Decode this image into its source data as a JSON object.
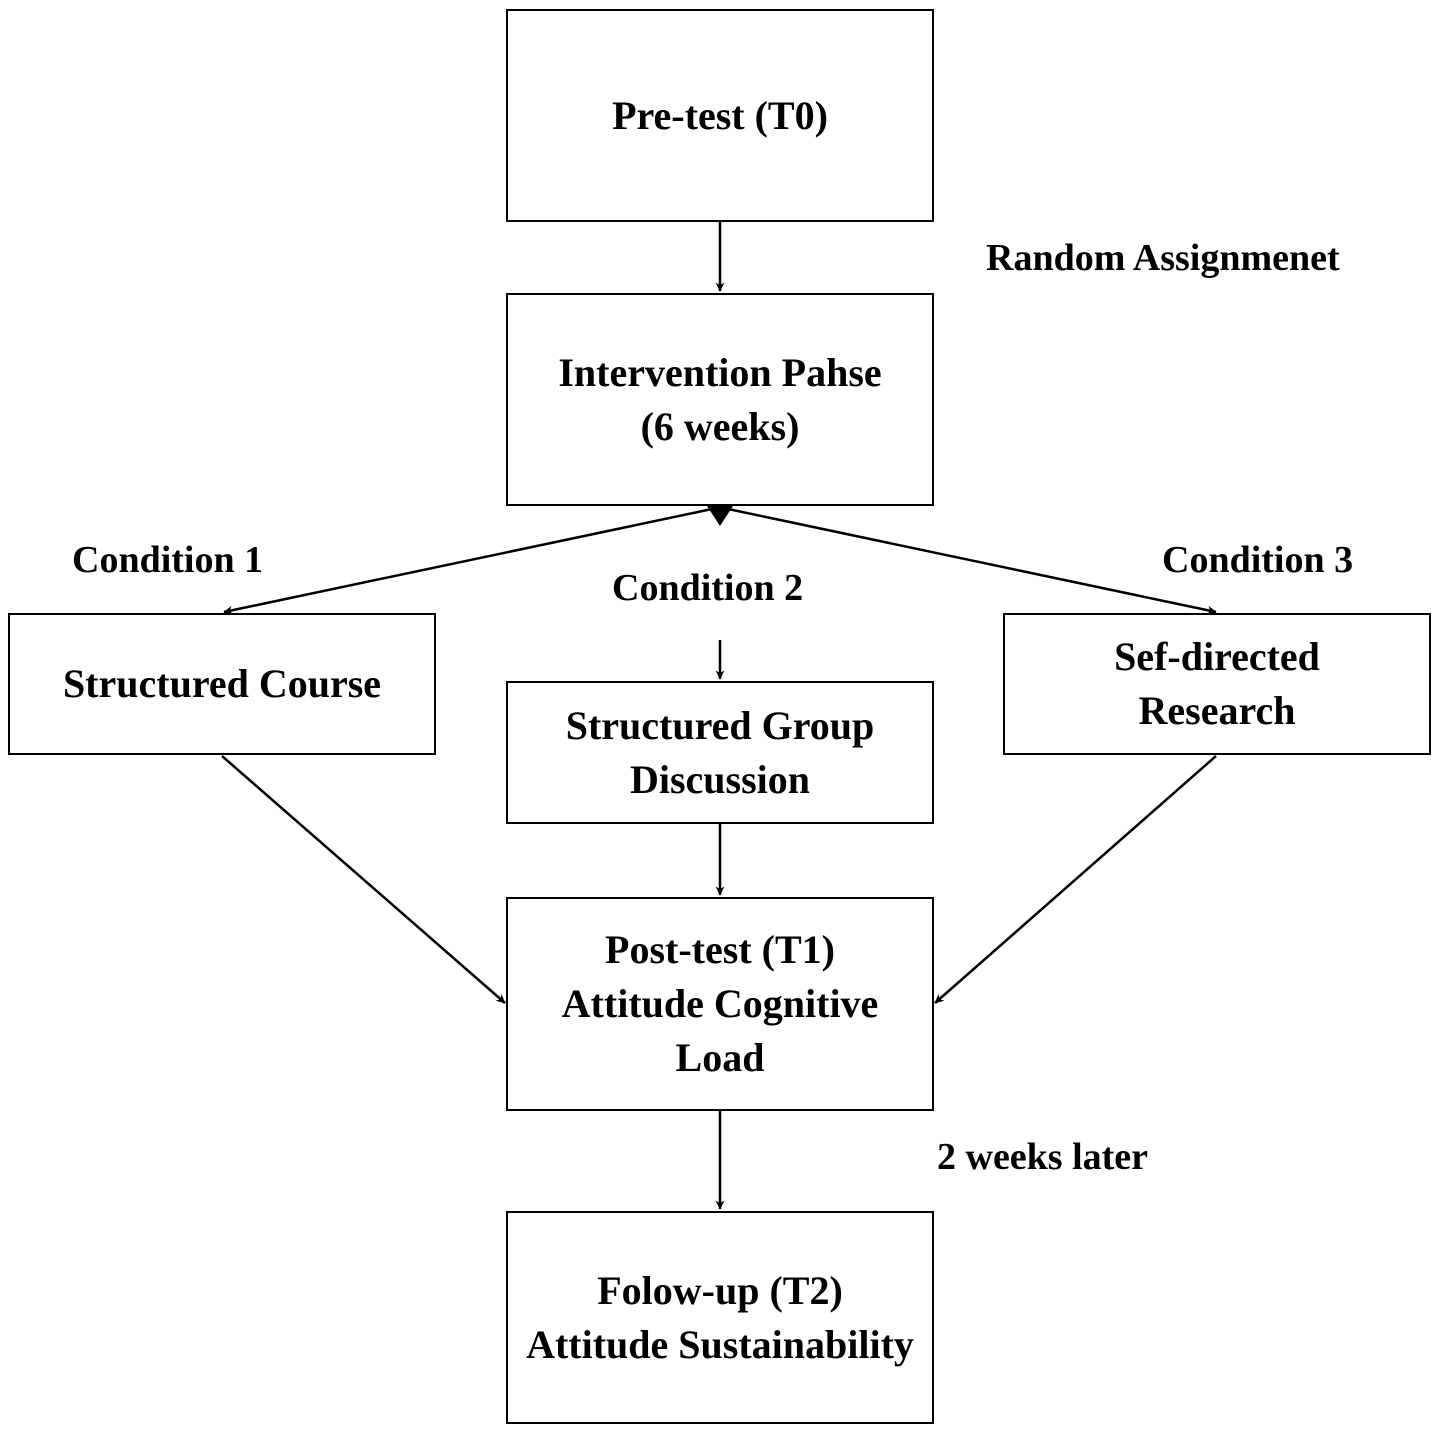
{
  "nodes": {
    "pretest": {
      "lines": [
        "Pre-test (T0)"
      ]
    },
    "intervention": {
      "lines": [
        "Intervention Pahse",
        "(6 weeks)"
      ]
    },
    "structured_course": {
      "lines": [
        "Structured Course"
      ]
    },
    "group_discussion": {
      "lines": [
        "Structured Group",
        "Discussion"
      ]
    },
    "self_directed": {
      "lines": [
        "Sef-directed",
        "Research"
      ]
    },
    "posttest": {
      "lines": [
        "Post-test (T1)",
        "Attitude  Cognitive",
        "Load"
      ]
    },
    "followup": {
      "lines": [
        "Folow-up (T2)",
        "Attitude Sustainability"
      ]
    }
  },
  "labels": {
    "random_assignment": "Random Assignmenet",
    "condition_1": "Condition 1",
    "condition_2": "Condition 2",
    "condition_3": "Condition 3",
    "delay": "2 weeks later"
  },
  "edges": [
    {
      "from": "pretest",
      "to": "intervention"
    },
    {
      "from": "intervention",
      "to": "structured_course"
    },
    {
      "from": "intervention",
      "to": "group_discussion"
    },
    {
      "from": "intervention",
      "to": "self_directed"
    },
    {
      "from": "structured_course",
      "to": "posttest"
    },
    {
      "from": "group_discussion",
      "to": "posttest"
    },
    {
      "from": "self_directed",
      "to": "posttest"
    },
    {
      "from": "posttest",
      "to": "followup"
    }
  ],
  "colors": {
    "stroke": "#000000",
    "background": "#ffffff",
    "text": "#000000"
  }
}
